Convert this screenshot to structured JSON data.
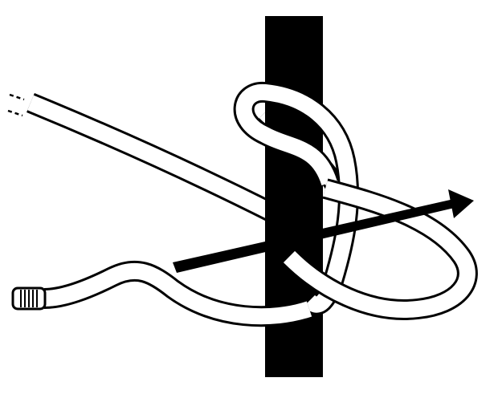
{
  "diagram": {
    "kind": "knot-illustration",
    "elements": [
      "post",
      "rope",
      "direction-arrow"
    ],
    "colors": {
      "background": "#ffffff",
      "ink": "#000000",
      "rope_fill": "#ffffff",
      "post_fill": "#000000",
      "arrow_fill": "#000000"
    },
    "icons": {
      "post": "vertical-post-icon",
      "rope": "rope-icon",
      "rope_end": "rope-whipped-end-icon",
      "arrow": "arrow-right-icon"
    }
  }
}
